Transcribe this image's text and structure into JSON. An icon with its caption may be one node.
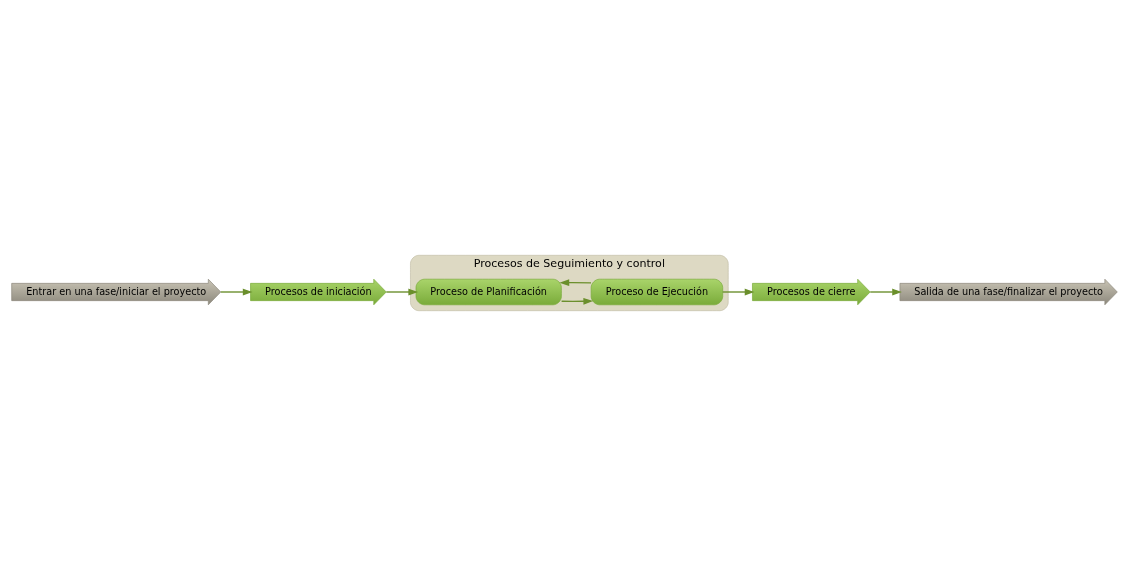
{
  "diagram": {
    "nodes": [
      {
        "text": [
          "Entrar en una fase/iniciar el proyecto"
        ]
      },
      {
        "text": [
          "Procesos de iniciación"
        ]
      },
      {
        "text": [
          "Procesos de Seguimiento y control"
        ]
      },
      {
        "text": [
          "Proceso de Planificación"
        ],
        "in": 2
      },
      {
        "text": [
          "Proceso de Ejecución"
        ],
        "in": 2
      },
      {
        "text": [
          "Procesos de cierre"
        ]
      },
      {
        "text": [
          "Salida de una fase/finalizar el proyecto"
        ]
      }
    ],
    "edges": [
      {
        "from": 0,
        "to": 1,
        "arrow": "to"
      },
      {
        "from": 1,
        "to": 3,
        "arrow": "to"
      },
      {
        "from": 3,
        "to": 4,
        "arrow": "to"
      },
      {
        "from": 4,
        "to": 3,
        "arrow": "to"
      },
      {
        "from": 4,
        "to": 5,
        "arrow": "to"
      },
      {
        "from": 5,
        "to": 6,
        "arrow": "to"
      }
    ]
  }
}
